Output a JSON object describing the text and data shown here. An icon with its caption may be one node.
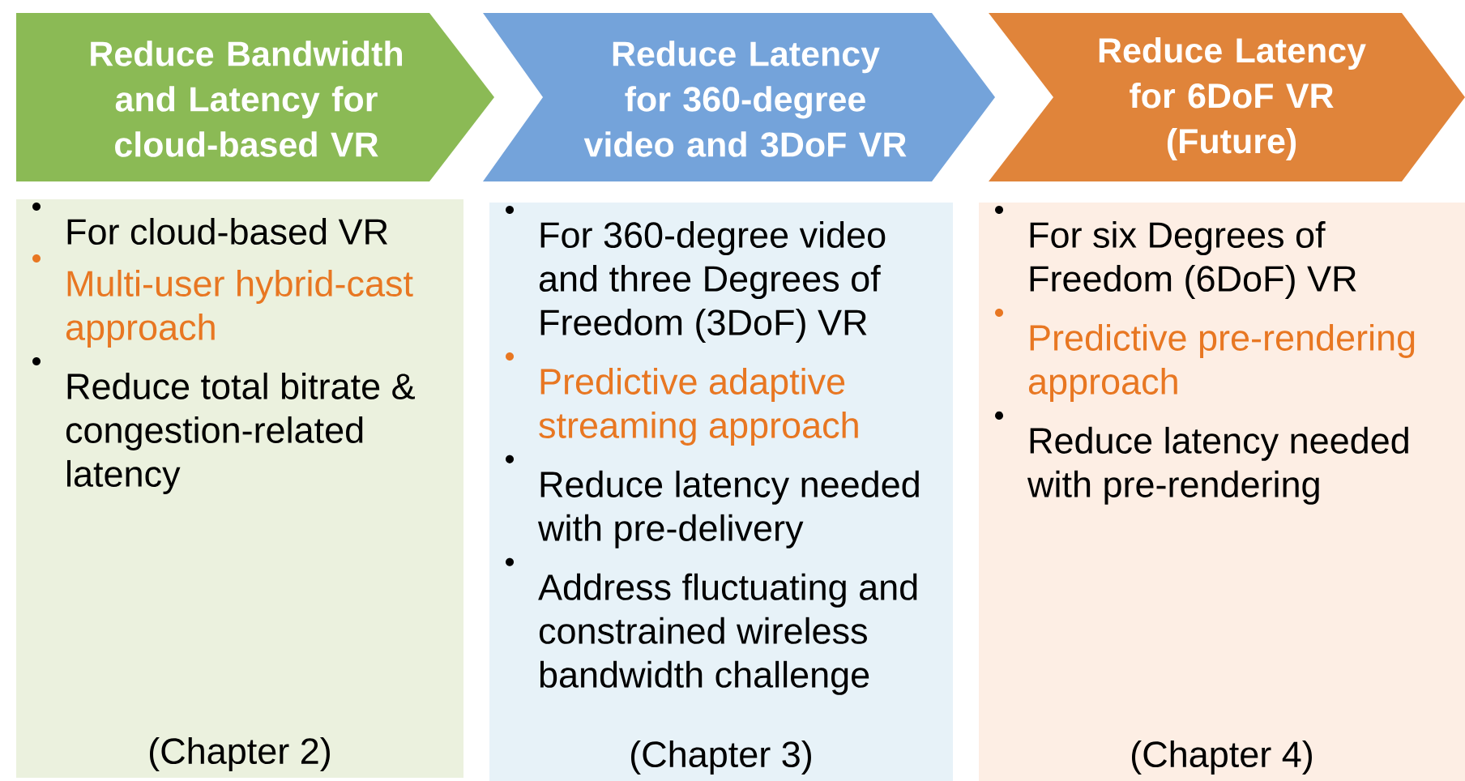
{
  "diagram": {
    "nodes": [
      {
        "text": [
          "Reduce Bandwidth and Latency for cloud-based VR"
        ]
      },
      {
        "text": [
          "Reduce Latency for 360-degree video and 3DoF VR"
        ]
      },
      {
        "text": [
          "Reduce Latency for 6DoF VR (Future)"
        ]
      },
      {
        "text": [
          "For cloud-based VR",
          "Multi-user hybrid-cast approach",
          "Reduce total bitrate & congestion-related latency",
          "(Chapter 2)"
        ]
      },
      {
        "text": [
          "For 360-degree video and three Degrees of Freedom (3DoF) VR",
          "Predictive adaptive streaming approach",
          "Reduce latency needed with pre-delivery",
          "Address fluctuating and constrained wireless bandwidth challenge",
          "(Chapter 3)"
        ]
      },
      {
        "text": [
          "For six Degrees of Freedom (6DoF) VR",
          "Predictive pre-rendering approach",
          "Reduce latency needed with pre-rendering",
          "(Chapter 4)"
        ]
      }
    ],
    "edges": []
  }
}
